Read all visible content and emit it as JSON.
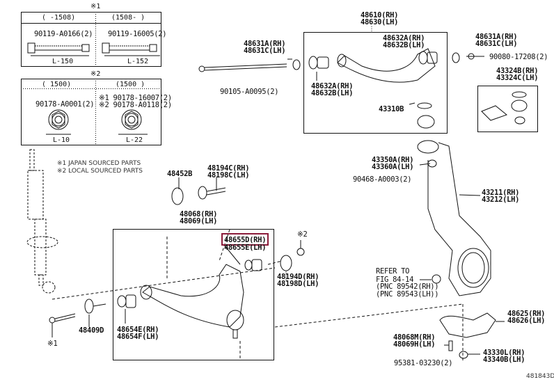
{
  "diagram_id": "481843D",
  "legend": {
    "note1": "※1 JAPAN SOURCED PARTS",
    "note2": "※2 LOCAL SOURCED PARTS"
  },
  "inset_bolts": {
    "title": "※1",
    "left": {
      "range": "(    -1508)",
      "part": "90119-A0166(2)",
      "dim": "L-150"
    },
    "right": {
      "range": "(1508-    )",
      "part": "90119-16005(2)",
      "dim": "L-152"
    }
  },
  "inset_nuts": {
    "title": "※2",
    "left": {
      "range": "(    1500)",
      "part": "90178-A0001(2)",
      "dim": "L-10"
    },
    "right": {
      "range": "(1500    )",
      "part1": "※1 90178-16007(2)",
      "part2": "※2 90178-A0118(2)",
      "dim": "L-22"
    }
  },
  "labels": {
    "upper_arm_rh": "48610(RH)",
    "upper_arm_lh": "48630(LH)",
    "washer_a_rh": "48631A(RH)",
    "washer_a_lh": "48631C(LH)",
    "washer_b_rh": "48631A(RH)",
    "washer_b_lh": "48631C(LH)",
    "bushing_l_rh": "48632A(RH)",
    "bushing_l_lh": "48632B(LH)",
    "bushing_r_rh": "48632A(RH)",
    "bushing_r_lh": "48632B(LH)",
    "upper_bolt": "90105-A0095(2)",
    "upper_nut": "90080-17208(2)",
    "boot_kit_rh": "43324B(RH)",
    "boot_kit_lh": "43324C(LH)",
    "ball_boot": "43310B",
    "nut_43350_rh": "43350A(RH)",
    "nut_43360_lh": "43360A(LH)",
    "cotter_pin": "90468-A0003(2)",
    "knuckle_rh": "43211(RH)",
    "knuckle_lh": "43212(LH)",
    "cam_plate": "48452B",
    "cam_bolt_rh": "48194C(RH)",
    "cam_bolt_lh": "48198C(LH)",
    "lower_arm_rh": "48068(RH)",
    "lower_arm_lh": "48069(LH)",
    "bushing_front_rh": "48655D(RH)",
    "bushing_front_lh": "48655E(LH)",
    "note_x2": "※2",
    "cam_bolt2_rh": "48194D(RH)",
    "cam_bolt2_lh": "48198D(LH)",
    "bushing_rear_rh": "48654E(RH)",
    "bushing_rear_lh": "48654F(LH)",
    "shock_bushing": "48409D",
    "note_x1": "※1",
    "refer_1": "REFER TO",
    "refer_2": "FIG 84-14",
    "refer_3": "(PNC 89542(RH))",
    "refer_4": "(PNC 89543(LH))",
    "bracket_rh": "48625(RH)",
    "bracket_lh": "48626(LH)",
    "bracket_bolt_rh": "48068M(RH)",
    "bracket_bolt_lh": "48069H(LH)",
    "lower_nut_rh": "43330L(RH)",
    "lower_nut_lh": "43340B(LH)",
    "lower_pin": "95381-03230(2)"
  },
  "highlight": {
    "part": "48655D(RH)",
    "color": "#8b1c3a"
  }
}
